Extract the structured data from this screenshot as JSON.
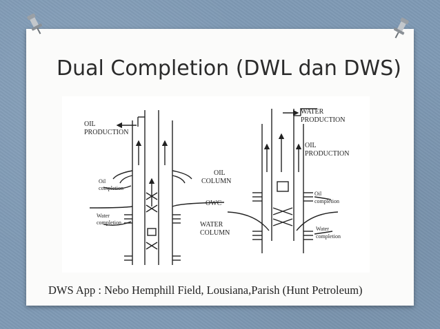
{
  "slide": {
    "title": "Dual Completion (DWL dan DWS)",
    "caption": "DWS App : Nebo Hemphill Field, Lousiana,Parish (Hunt Petroleum)"
  },
  "diagram_left": {
    "oil_production_line1": "OIL",
    "oil_production_line2": "PRODUCTION",
    "oil_completion_line1": "Oil",
    "oil_completion_line2": "completion",
    "water_completion_line1": "Water",
    "water_completion_line2": "completion",
    "oil_column_line1": "OIL",
    "oil_column_line2": "COLUMN",
    "owc": "OWC",
    "water_column_line1": "WATER",
    "water_column_line2": "COLUMN"
  },
  "diagram_right": {
    "water_production_line1": "WATER",
    "water_production_line2": "PRODUCTION",
    "oil_production_line1": "OIL",
    "oil_production_line2": "PRODUCTION",
    "oil_completion_line1": "Oil",
    "oil_completion_line2": "completion",
    "water_completion_line1": "Water",
    "water_completion_line2": "completion"
  }
}
